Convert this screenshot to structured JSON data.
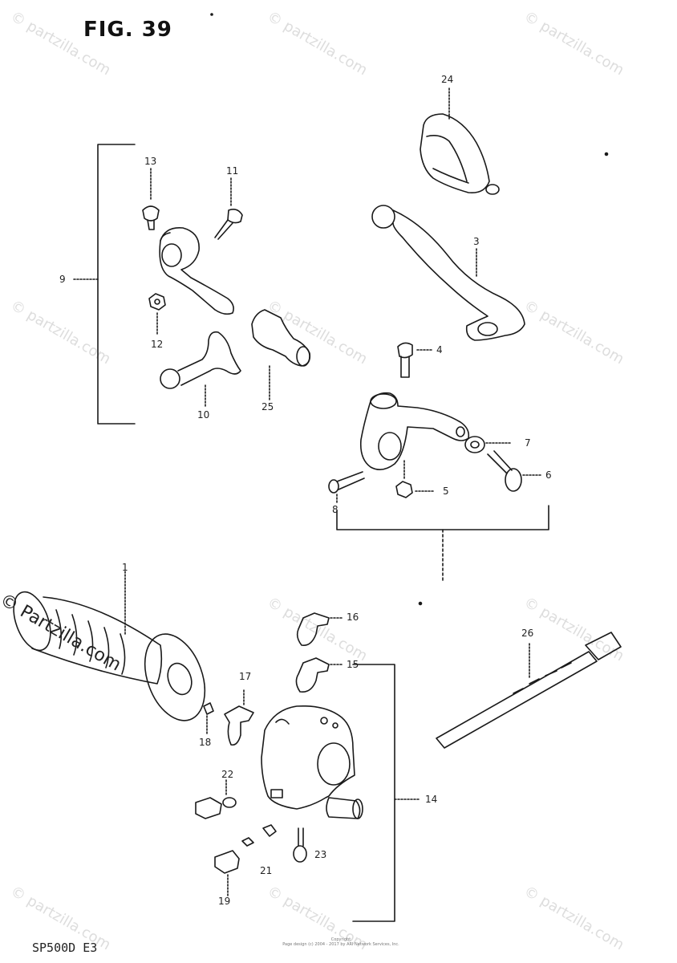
{
  "figure": {
    "title": "FIG. 39",
    "model_code": "SP500D E3",
    "copyright_line1": "Copyright",
    "copyright_line2": "Page design (c) 2004 - 2017 by ARI Network Services, Inc."
  },
  "watermark": {
    "text": "© partzilla.com",
    "corner_text": "© Partzilla.com"
  },
  "callouts": {
    "p1": "1",
    "p3": "3",
    "p4": "4",
    "p5": "5",
    "p6": "6",
    "p7": "7",
    "p8": "8",
    "p9": "9",
    "p10": "10",
    "p11": "11",
    "p12": "12",
    "p13": "13",
    "p14": "14",
    "p15": "15",
    "p16": "16",
    "p17": "17",
    "p18": "18",
    "p19": "19",
    "p21": "21",
    "p22": "22",
    "p23": "23",
    "p24": "24",
    "p25": "25",
    "p26": "26"
  },
  "colors": {
    "ink": "#1a1a1a",
    "watermark": "#b0b0b0"
  }
}
